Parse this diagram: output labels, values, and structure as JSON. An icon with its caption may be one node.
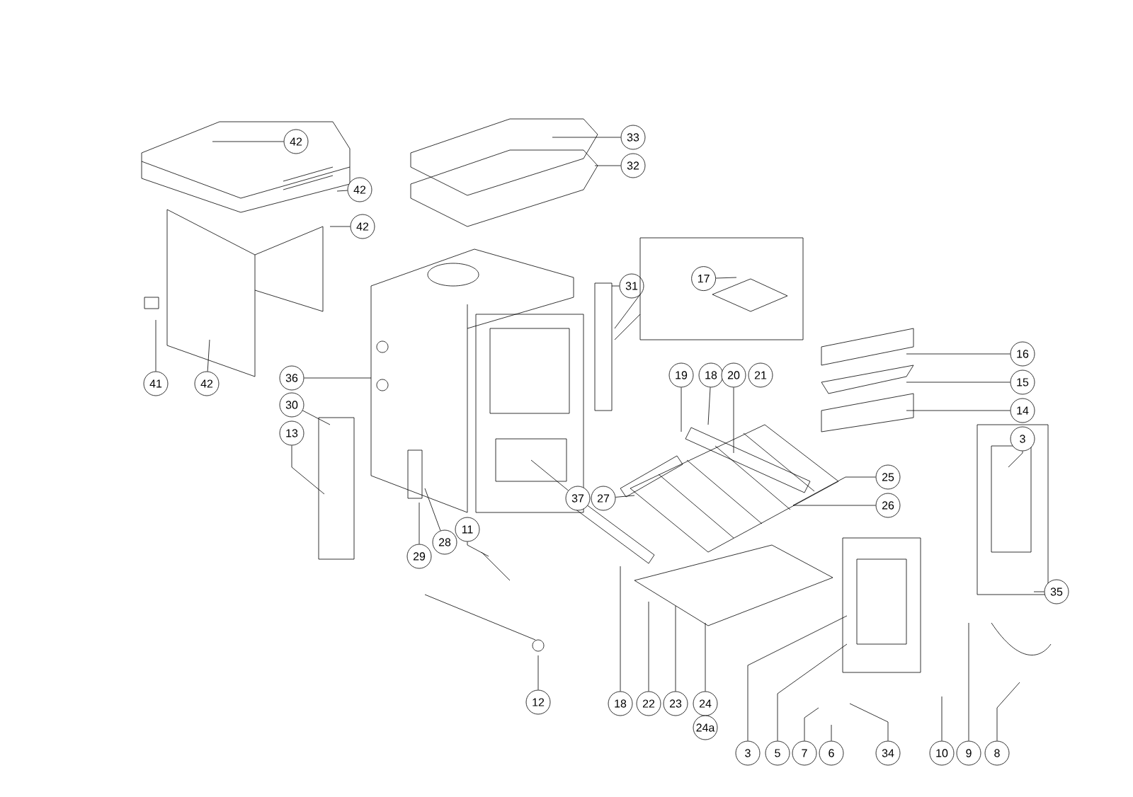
{
  "diagram": {
    "nodes": [
      {
        "text": [
          "42"
        ]
      },
      {
        "text": [
          "42"
        ]
      },
      {
        "text": [
          "42"
        ]
      },
      {
        "text": [
          "41"
        ]
      },
      {
        "text": [
          "42"
        ]
      },
      {
        "text": [
          "33"
        ]
      },
      {
        "text": [
          "32"
        ]
      },
      {
        "text": [
          "31"
        ]
      },
      {
        "text": [],
        "shape": "box"
      },
      {
        "text": [
          "17"
        ],
        "in": 8
      },
      {
        "text": [
          "36"
        ]
      },
      {
        "text": [
          "30"
        ]
      },
      {
        "text": [
          "13"
        ]
      },
      {
        "text": [
          "19"
        ]
      },
      {
        "text": [
          "18"
        ]
      },
      {
        "text": [
          "20"
        ]
      },
      {
        "text": [
          "21"
        ]
      },
      {
        "text": [
          "16"
        ]
      },
      {
        "text": [
          "15"
        ]
      },
      {
        "text": [
          "14"
        ]
      },
      {
        "text": [
          "25"
        ]
      },
      {
        "text": [
          "26"
        ]
      },
      {
        "text": [
          "27"
        ]
      },
      {
        "text": [
          "37"
        ]
      },
      {
        "text": [
          "11"
        ]
      },
      {
        "text": [
          "28"
        ]
      },
      {
        "text": [
          "29"
        ]
      },
      {
        "text": [
          "3"
        ]
      },
      {
        "text": [
          "12"
        ]
      },
      {
        "text": [
          "18"
        ]
      },
      {
        "text": [
          "22"
        ]
      },
      {
        "text": [
          "23"
        ]
      },
      {
        "text": [
          "24"
        ]
      },
      {
        "text": [
          "24a"
        ]
      },
      {
        "text": [
          "35"
        ]
      },
      {
        "text": [
          "3"
        ]
      },
      {
        "text": [
          "5"
        ]
      },
      {
        "text": [
          "7"
        ]
      },
      {
        "text": [
          "6"
        ]
      },
      {
        "text": [
          "34"
        ]
      },
      {
        "text": [
          "10"
        ]
      },
      {
        "text": [
          "9"
        ]
      },
      {
        "text": [
          "8"
        ]
      }
    ],
    "edges": [
      {
        "from": 0,
        "to": null,
        "arrow": "none"
      },
      {
        "from": 1,
        "to": null,
        "arrow": "none"
      },
      {
        "from": 2,
        "to": null,
        "arrow": "none"
      },
      {
        "from": 3,
        "to": null,
        "arrow": "none"
      },
      {
        "from": 4,
        "to": null,
        "arrow": "none"
      },
      {
        "from": 5,
        "to": null,
        "arrow": "none"
      },
      {
        "from": 6,
        "to": null,
        "arrow": "none"
      },
      {
        "from": 7,
        "to": null,
        "arrow": "none"
      },
      {
        "from": 8,
        "to": null,
        "arrow": "none"
      },
      {
        "from": 9,
        "to": null,
        "arrow": "none"
      },
      {
        "from": 10,
        "to": null,
        "arrow": "none"
      },
      {
        "from": 11,
        "to": null,
        "arrow": "none"
      },
      {
        "from": 12,
        "to": null,
        "arrow": "none"
      },
      {
        "from": 13,
        "to": null,
        "arrow": "none"
      },
      {
        "from": 14,
        "to": null,
        "arrow": "none"
      },
      {
        "from": 15,
        "to": null,
        "arrow": "none"
      },
      {
        "from": 17,
        "to": null,
        "arrow": "none"
      },
      {
        "from": 18,
        "to": null,
        "arrow": "none"
      },
      {
        "from": 19,
        "to": null,
        "arrow": "none"
      },
      {
        "from": 20,
        "to": null,
        "arrow": "none"
      },
      {
        "from": 21,
        "to": null,
        "arrow": "none"
      },
      {
        "from": 22,
        "to": null,
        "arrow": "none"
      },
      {
        "from": 23,
        "to": null,
        "arrow": "none"
      },
      {
        "from": 24,
        "to": null,
        "arrow": "none"
      },
      {
        "from": 25,
        "to": null,
        "arrow": "none"
      },
      {
        "from": 26,
        "to": null,
        "arrow": "none"
      },
      {
        "from": 27,
        "to": null,
        "arrow": "none"
      },
      {
        "from": 28,
        "to": null,
        "arrow": "none"
      },
      {
        "from": 29,
        "to": null,
        "arrow": "none"
      },
      {
        "from": 30,
        "to": null,
        "arrow": "none"
      },
      {
        "from": 31,
        "to": null,
        "arrow": "none"
      },
      {
        "from": 32,
        "to": null,
        "arrow": "none"
      },
      {
        "from": 34,
        "to": null,
        "arrow": "none"
      },
      {
        "from": 35,
        "to": null,
        "arrow": "none"
      },
      {
        "from": 36,
        "to": null,
        "arrow": "none"
      },
      {
        "from": 37,
        "to": null,
        "arrow": "none"
      },
      {
        "from": 38,
        "to": null,
        "arrow": "none"
      },
      {
        "from": 39,
        "to": null,
        "arrow": "none"
      },
      {
        "from": 40,
        "to": null,
        "arrow": "none"
      },
      {
        "from": 41,
        "to": null,
        "arrow": "none"
      },
      {
        "from": 42,
        "to": null,
        "arrow": "none"
      }
    ]
  }
}
